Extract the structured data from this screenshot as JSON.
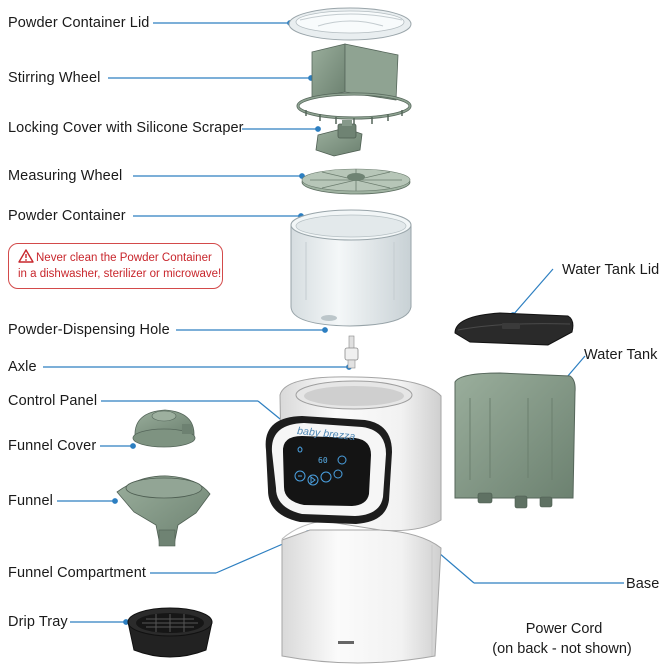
{
  "labels": {
    "powder_container_lid": "Powder Container Lid",
    "stirring_wheel": "Stirring Wheel",
    "locking_cover": "Locking Cover with Silicone Scraper",
    "measuring_wheel": "Measuring Wheel",
    "powder_container": "Powder Container",
    "powder_dispensing_hole": "Powder-Dispensing Hole",
    "axle": "Axle",
    "control_panel": "Control Panel",
    "funnel_cover": "Funnel Cover",
    "funnel": "Funnel",
    "funnel_compartment": "Funnel Compartment",
    "drip_tray": "Drip Tray",
    "water_tank_lid": "Water Tank Lid",
    "water_tank": "Water Tank",
    "base": "Base",
    "power_cord_line1": "Power Cord",
    "power_cord_line2": "(on back - not shown)"
  },
  "warning": {
    "line1": "Never clean the Powder Container",
    "line2": "in a dishwasher, sterilizer or microwave!",
    "icon": "warning-triangle-icon"
  },
  "device": {
    "brand_text": "baby brezza",
    "panel_display": "60"
  },
  "colors": {
    "leader_line": "#2d7fc1",
    "warning": "#c8262c",
    "part_green": "#7f9582",
    "device_white": "#f2f2f2",
    "panel_black": "#1c1c1c"
  }
}
